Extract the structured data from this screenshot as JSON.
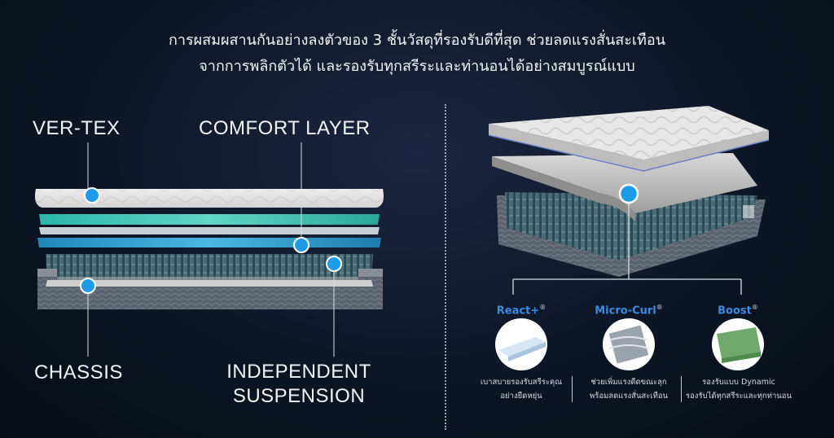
{
  "headline": {
    "line1": "การผสมผสานกันอย่างลงตัวของ 3 ชั้นวัสดุที่รองรับดีที่สุด ช่วยลดแรงสั่นสะเทือน",
    "line2": "จากการพลิกตัวได้ และรองรับทุกสรีระและท่านอนได้อย่างสมบูรณ์แบบ"
  },
  "left_labels": {
    "vertex": "VER-TEX",
    "comfort": "COMFORT LAYER",
    "chassis": "CHASSIS",
    "independent_line1": "INDEPENDENT",
    "independent_line2": "SUSPENSION"
  },
  "layers": [
    {
      "name": "React+",
      "mark": "®",
      "desc1": "เบาสบายรองรับสรีระคุณ",
      "desc2": "อย่างยืดหยุ่น",
      "swatch": "#d6e6f5"
    },
    {
      "name": "Micro-Curl",
      "mark": "®",
      "desc1": "ช่วยเพิ่มแรงดีดขณะลุก",
      "desc2": "พร้อมลดแรงสั่นสะเทือน",
      "swatch": "#9aa2ac"
    },
    {
      "name": "Boost",
      "mark": "®",
      "desc1": "รองรับแบบ Dynamic",
      "desc2": "รองรับได้ทุกสรีระและทุกท่านอน",
      "swatch": "#6fa86a"
    }
  ],
  "colors": {
    "accent_blue": "#1e9be8",
    "title_blue": "#3d8be0",
    "teal": "#36c2b5"
  }
}
